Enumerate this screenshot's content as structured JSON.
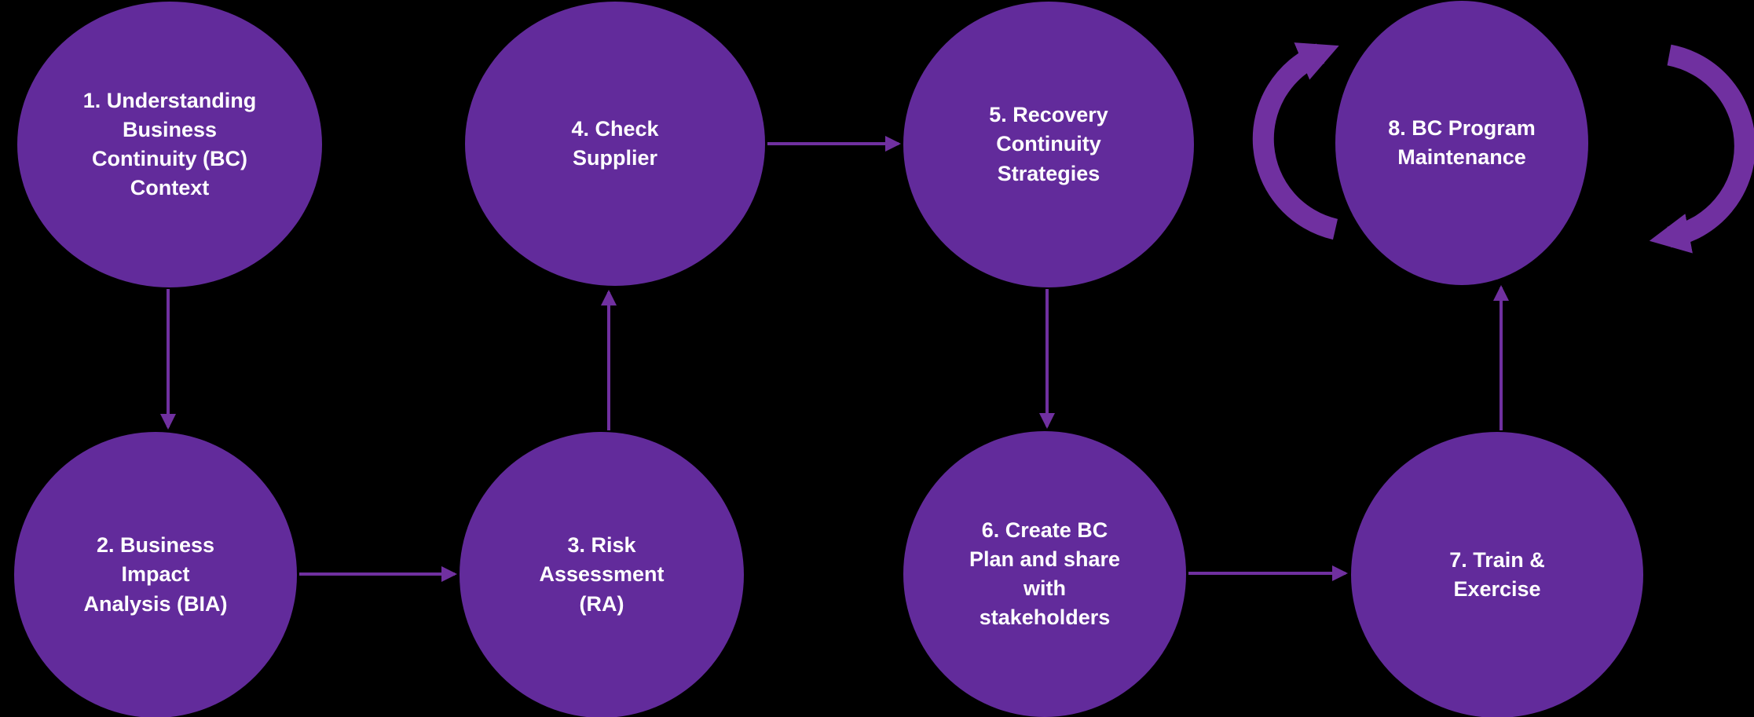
{
  "diagram_type": "business-continuity-lifecycle-flow",
  "steps": [
    {
      "number": 1,
      "label": "1. Understanding\nBusiness\nContinuity (BC)\nContext"
    },
    {
      "number": 2,
      "label": "2. Business\nImpact\nAnalysis (BIA)"
    },
    {
      "number": 3,
      "label": "3. Risk\nAssessment\n(RA)"
    },
    {
      "number": 4,
      "label": "4. Check\nSupplier"
    },
    {
      "number": 5,
      "label": "5. Recovery\nContinuity\nStrategies"
    },
    {
      "number": 6,
      "label": "6. Create BC\nPlan and share\nwith\nstakeholders"
    },
    {
      "number": 7,
      "label": "7. Train &\nExercise"
    },
    {
      "number": 8,
      "label": "8. BC Program\nMaintenance"
    }
  ],
  "connections": [
    {
      "from": 1,
      "to": 2,
      "type": "straight"
    },
    {
      "from": 2,
      "to": 3,
      "type": "straight"
    },
    {
      "from": 3,
      "to": 4,
      "type": "straight"
    },
    {
      "from": 4,
      "to": 5,
      "type": "straight"
    },
    {
      "from": 5,
      "to": 6,
      "type": "straight"
    },
    {
      "from": 6,
      "to": 7,
      "type": "straight"
    },
    {
      "from": 7,
      "to": 8,
      "type": "straight"
    },
    {
      "from": 8,
      "to": 8,
      "type": "loop-clockwise"
    }
  ],
  "colors": {
    "background": "#000000",
    "circle_fill": "#622B9B",
    "arrow": "#7030A0",
    "text": "#FFFFFF"
  }
}
